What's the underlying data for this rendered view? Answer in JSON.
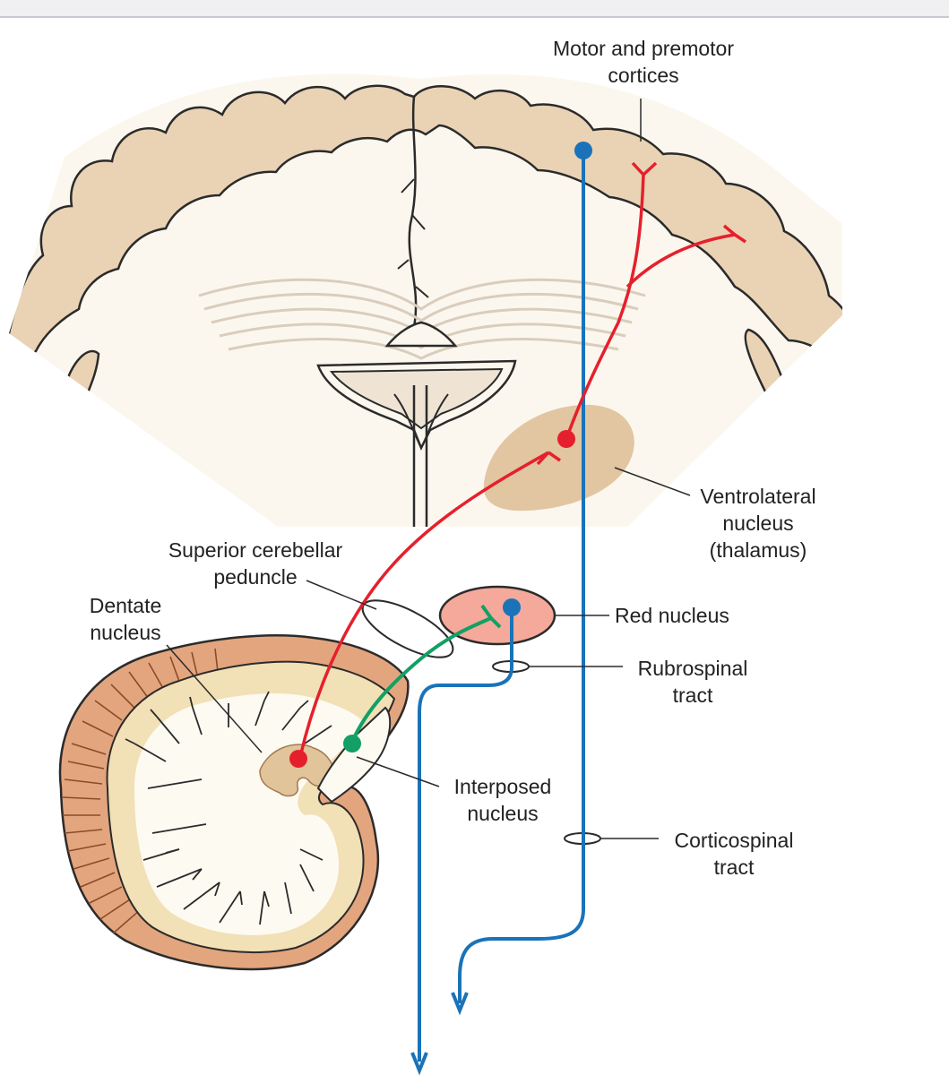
{
  "colors": {
    "cortex": "#ead3b4",
    "white_matter": "#fcf7ee",
    "outline": "#2b2b2b",
    "thalamus": "#e2c5a1",
    "red_nucleus": "#f4a99a",
    "cerebellar_folia": "#e3a57e",
    "red_pathway": "#e5202d",
    "green_pathway": "#12a064",
    "blue_pathway": "#1a73b9"
  },
  "labels": {
    "motor_cortices": [
      "Motor and premotor",
      "cortices"
    ],
    "ventrolateral": [
      "Ventrolateral",
      "nucleus",
      "(thalamus)"
    ],
    "superior_peduncle": [
      "Superior cerebellar",
      "peduncle"
    ],
    "dentate": [
      "Dentate",
      "nucleus"
    ],
    "red_nucleus": [
      "Red nucleus"
    ],
    "rubrospinal": [
      "Rubrospinal",
      "tract"
    ],
    "interposed": [
      "Interposed",
      "nucleus"
    ],
    "corticospinal": [
      "Corticospinal",
      "tract"
    ]
  }
}
